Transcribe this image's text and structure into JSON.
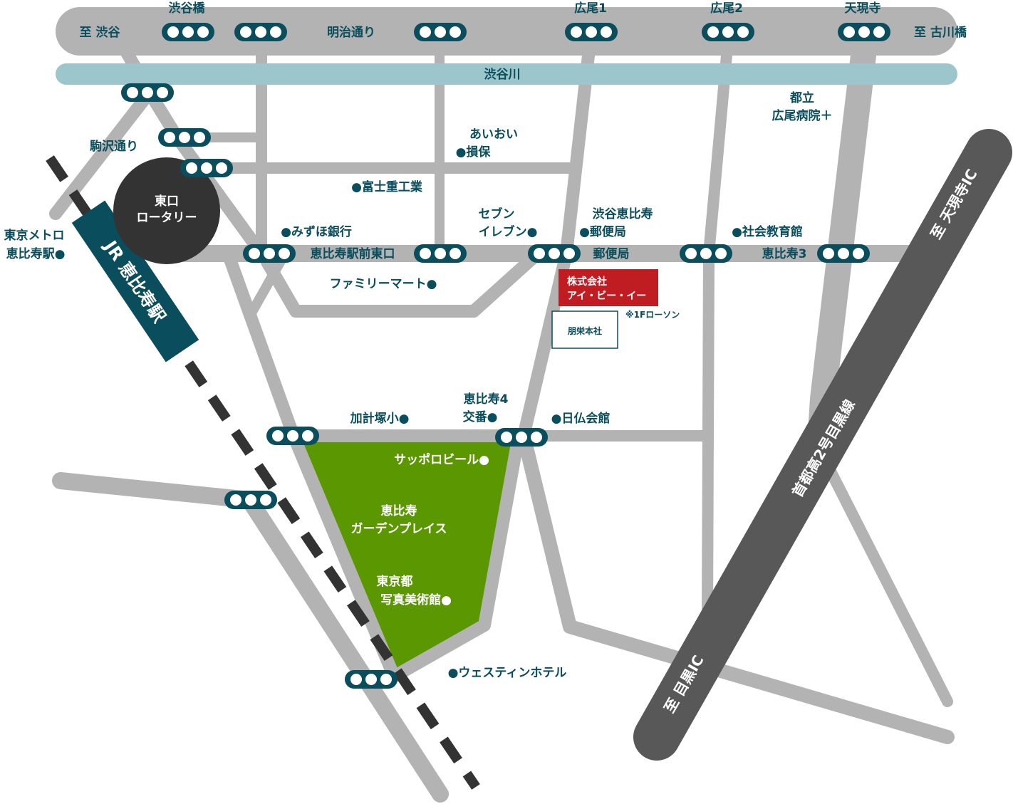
{
  "colors": {
    "road": "#b3b3b3",
    "river": "#9dc6cc",
    "label": "#0a4d5c",
    "signal_body": "#0a4d5c",
    "park": "#5a9700",
    "expressway": "#585858",
    "rotary": "#333333",
    "company_marker": "#c01d23",
    "jr_station": "#0a4d5c",
    "railway": "#333333"
  },
  "roads": {
    "top_main": "明治通り",
    "to_shibuya": "至 渋谷",
    "to_furukawabashi": "至 古川橋",
    "komazawa": "駒沢通り",
    "ebisu3": "恵比寿3"
  },
  "river": "渋谷川",
  "intersections": {
    "shibuyabashi": "渋谷橋",
    "hiroo1": "広尾1",
    "hiroo2": "広尾2",
    "tengenji": "天現寺",
    "ebisu_station_east": "恵比寿駅前東口",
    "post_office": "郵便局"
  },
  "landmarks": {
    "hospital": [
      "都立",
      "広尾病院＋"
    ],
    "aioi": [
      "あいおい",
      "●損保"
    ],
    "fuji": "●富士重工業",
    "mizuho": "●みずほ銀行",
    "seven": [
      "セブン",
      "イレブン●"
    ],
    "ebisu_post": [
      "渋谷恵比寿",
      "●郵便局"
    ],
    "education": "●社会教育館",
    "metro": [
      "東京メトロ",
      "恵比寿駅●"
    ],
    "family": "ファミリーマート●",
    "kakeizuka": "加計塚小●",
    "koban": [
      "恵比寿4",
      "交番●"
    ],
    "nichifutsu": "●日仏会館",
    "sapporo": "サッポロビール●",
    "westin": "●ウェスティンホテル"
  },
  "rotary": [
    "東口",
    "ロータリー"
  ],
  "jr_station": "JR 恵比寿駅",
  "company": {
    "name_line1": "株式会社",
    "name_line2": "アイ・ビー・イー",
    "note": "※1Fローソン",
    "neighbor": "朋栄本社"
  },
  "park": {
    "name": [
      "恵比寿",
      "ガーデンプレイス"
    ],
    "museum": [
      "東京都",
      "写真美術館●"
    ]
  },
  "expressway": {
    "name": "首都高2号目黒線",
    "north": "至 天現寺IC",
    "south": "至 目黒IC"
  }
}
